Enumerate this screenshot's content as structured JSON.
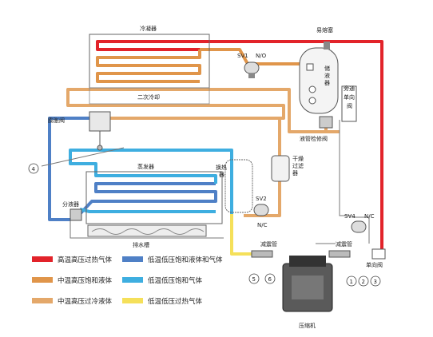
{
  "colors": {
    "high_temp_superheated_gas": "#e2232a",
    "mid_temp_saturated": "#e0954a",
    "mid_temp_subcooled": "#e4a86a",
    "low_temp_saturated_mix": "#4f80c6",
    "low_temp_saturated_gas": "#3eaee0",
    "low_temp_superheated_gas": "#f5e05a"
  },
  "components": {
    "condenser": "冷凝器",
    "fusible_plug": "易熔塞",
    "sv1": "SV1",
    "no": "N/O",
    "receiver_line1": "储",
    "receiver_line2": "液",
    "receiver_line3": "器",
    "subcooler": "二次冷却",
    "bypass_line1": "旁通",
    "bypass_line2": "单向",
    "bypass_line3": "阀",
    "expansion_valve": "膨胀阀",
    "liquid_service_valve": "液管检修阀",
    "filter_drier_line1": "干燥",
    "filter_drier_line2": "过滤",
    "filter_drier_line3": "器",
    "evaporator": "蒸发器",
    "heat_exchanger_line1": "换热",
    "heat_exchanger_line2": "器",
    "distributor": "分液器",
    "sv2": "SV2",
    "nc_sv2": "N/C",
    "sv4": "SV4",
    "nc_sv4": "N/C",
    "drain_pan": "排水槽",
    "damper_left": "减震管",
    "damper_right": "减震管",
    "check_valve": "单向阀",
    "compressor": "压缩机"
  },
  "callouts": [
    "4",
    "5",
    "6",
    "1",
    "2",
    "3"
  ],
  "legend": [
    {
      "label": "高温高压过热气体",
      "color_key": "high_temp_superheated_gas"
    },
    {
      "label": "低温低压饱和液体和气体",
      "color_key": "low_temp_saturated_mix"
    },
    {
      "label": "中温高压饱和液体",
      "color_key": "mid_temp_saturated"
    },
    {
      "label": "低温低压饱和气体",
      "color_key": "low_temp_saturated_gas"
    },
    {
      "label": "中温高压过冷液体",
      "color_key": "mid_temp_subcooled"
    },
    {
      "label": "低温低压过热气体",
      "color_key": "low_temp_superheated_gas"
    }
  ]
}
